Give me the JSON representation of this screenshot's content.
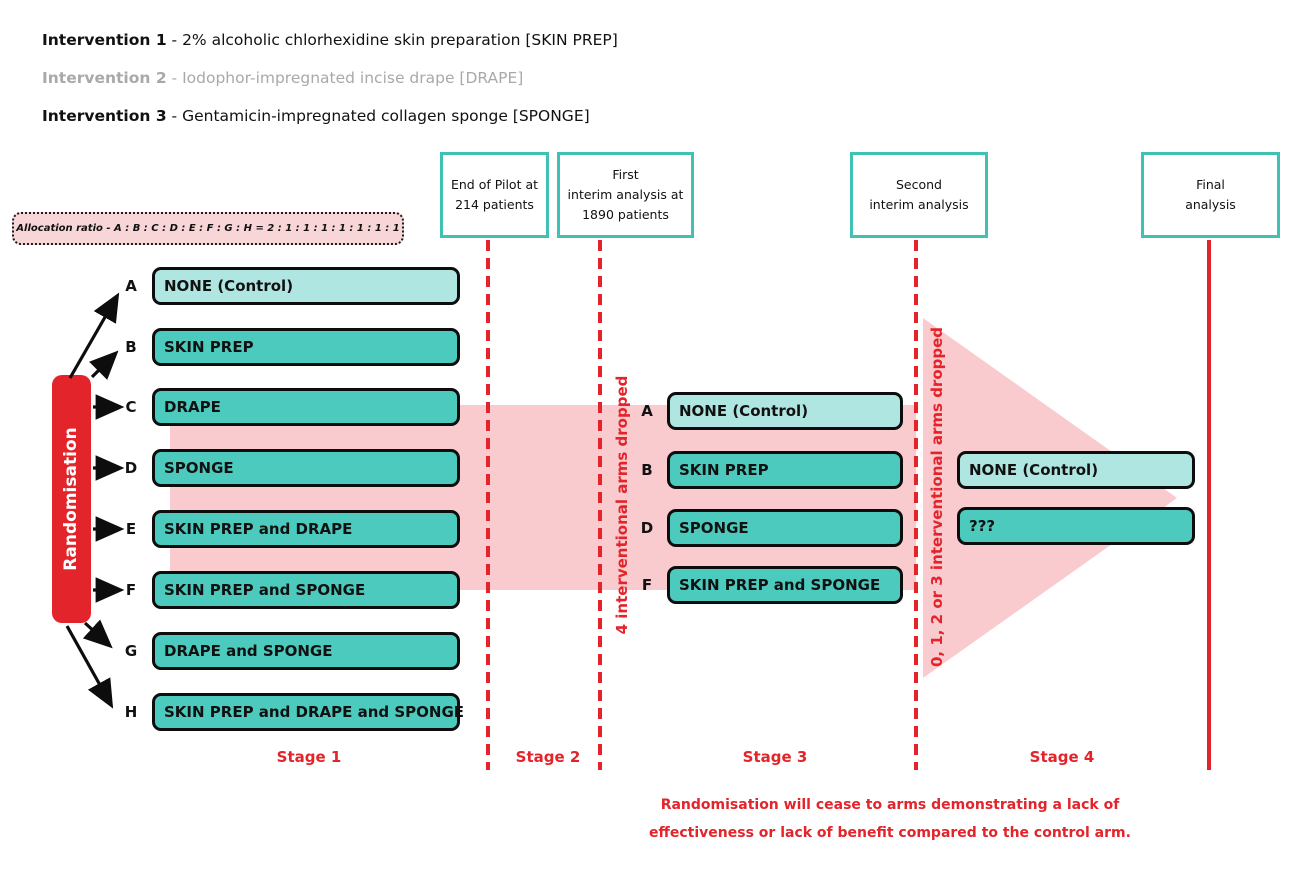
{
  "header": {
    "interventions": [
      {
        "name": "Intervention 1",
        "description": "- 2% alcoholic chlorhexidine skin preparation [SKIN PREP]"
      },
      {
        "name": "Intervention 2",
        "description": "- Iodophor-impregnated incise drape [DRAPE]"
      },
      {
        "name": "Intervention 3",
        "description": "- Gentamicin-impregnated collagen sponge [SPONGE]"
      }
    ]
  },
  "allocation_ratio": "Allocation ratio - A : B : C : D : E : F : G : H = 2 : 1 : 1 : 1 : 1 : 1 : 1 : 1",
  "randomisation_label": "Randomisation",
  "milestones": [
    {
      "lines": [
        "End of Pilot at",
        "214 patients"
      ],
      "marker": "dashed-red-line"
    },
    {
      "lines": [
        "First",
        "interim analysis at",
        "1890 patients"
      ],
      "marker": "dashed-red-line"
    },
    {
      "lines": [
        "Second",
        "interim analysis"
      ],
      "marker": "dashed-red-line"
    },
    {
      "lines": [
        "Final",
        "analysis"
      ],
      "marker": "solid-red-line"
    }
  ],
  "stage1_arms": [
    {
      "letter": "A",
      "label": "NONE (Control)",
      "control": true
    },
    {
      "letter": "B",
      "label": "SKIN PREP",
      "control": false
    },
    {
      "letter": "C",
      "label": "DRAPE",
      "control": false
    },
    {
      "letter": "D",
      "label": "SPONGE",
      "control": false
    },
    {
      "letter": "E",
      "label": "SKIN PREP and DRAPE",
      "control": false
    },
    {
      "letter": "F",
      "label": "SKIN PREP and SPONGE",
      "control": false
    },
    {
      "letter": "G",
      "label": "DRAPE and SPONGE",
      "control": false
    },
    {
      "letter": "H",
      "label": "SKIN PREP and DRAPE and SPONGE",
      "control": false
    }
  ],
  "stage3_arms": [
    {
      "letter": "A",
      "label": "NONE (Control)",
      "control": true
    },
    {
      "letter": "B",
      "label": "SKIN PREP",
      "control": false
    },
    {
      "letter": "D",
      "label": "SPONGE",
      "control": false
    },
    {
      "letter": "F",
      "label": "SKIN PREP and SPONGE",
      "control": false
    }
  ],
  "stage4_arms": [
    {
      "label": "NONE (Control)",
      "control": true
    },
    {
      "label": "???",
      "control": false
    }
  ],
  "annotations": {
    "drop_note_1": "4 interventional arms dropped",
    "drop_note_2": "0, 1, 2 or 3 interventional arms dropped",
    "footnote_line1": "Randomisation will cease to arms demonstrating a lack of",
    "footnote_line2": "effectiveness or lack of benefit compared to the control arm."
  },
  "stages": [
    "Stage 1",
    "Stage 2",
    "Stage 3",
    "Stage 4"
  ],
  "colors": {
    "red": "#e3242b",
    "teal_border": "#3fc1b4",
    "arm_teal": "#4bcabd",
    "arm_control_teal": "#b0e6e1",
    "pink_band": "#f9cbce",
    "allocation_pink": "#f8d5d7",
    "dimmed_gray": "#a9a9a9"
  }
}
